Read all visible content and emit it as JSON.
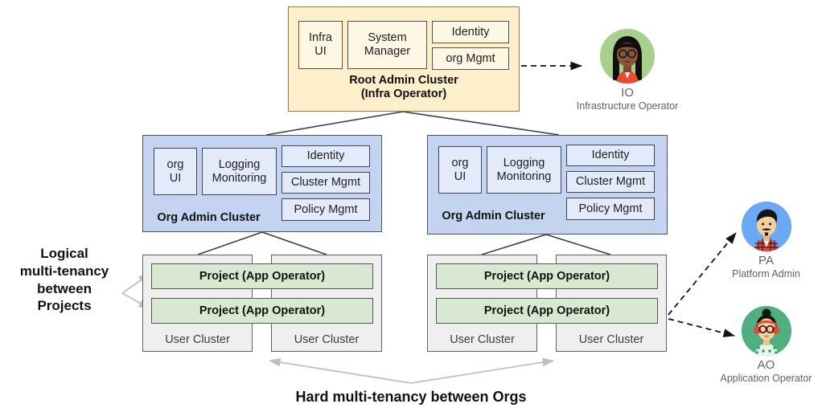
{
  "diagram": {
    "title_bottom": "Hard multi-tenancy between Orgs",
    "caption_left": "Logical\nmulti-tenancy\nbetween\nProjects"
  },
  "root_cluster": {
    "title_line1": "Root Admin Cluster",
    "title_line2": "(Infra Operator)",
    "components": [
      {
        "label": "Infra\nUI"
      },
      {
        "label": "System\nManager"
      },
      {
        "label": "Identity"
      },
      {
        "label": "org Mgmt"
      }
    ]
  },
  "org_clusters": [
    {
      "title": "Org Admin Cluster",
      "components": [
        {
          "label": "org\nUI"
        },
        {
          "label": "Logging\nMonitoring"
        },
        {
          "label": "Identity"
        },
        {
          "label": "Cluster Mgmt"
        },
        {
          "label": "Policy Mgmt"
        }
      ],
      "user_clusters": [
        {
          "label": "User Cluster"
        },
        {
          "label": "User Cluster"
        }
      ],
      "projects": [
        {
          "label": "Project (App Operator)"
        },
        {
          "label": "Project (App Operator)"
        }
      ]
    },
    {
      "title": "Org Admin Cluster",
      "components": [
        {
          "label": "org\nUI"
        },
        {
          "label": "Logging\nMonitoring"
        },
        {
          "label": "Identity"
        },
        {
          "label": "Cluster Mgmt"
        },
        {
          "label": "Policy Mgmt"
        }
      ],
      "user_clusters": [
        {
          "label": "User Cluster"
        },
        {
          "label": "User Cluster"
        }
      ],
      "projects": [
        {
          "label": "Project (App Operator)"
        },
        {
          "label": "Project  (App Operator)"
        }
      ]
    }
  ],
  "personas": [
    {
      "abbr": "IO",
      "role": "Infrastructure Operator",
      "circle_color": "#a8d08d",
      "icon": "person-avatar-io"
    },
    {
      "abbr": "PA",
      "role": "Platform Admin",
      "circle_color": "#6aa9f4",
      "icon": "person-avatar-pa"
    },
    {
      "abbr": "AO",
      "role": "Application Operator",
      "circle_color": "#4cb07f",
      "icon": "person-avatar-ao"
    }
  ],
  "colors": {
    "root_fill": "#fcefc9",
    "org_fill": "#c3d3f0",
    "user_fill": "#efefef",
    "project_fill": "#d9e8d0",
    "connector": "#3c4043",
    "grey_arrow": "#bdc1c6"
  }
}
